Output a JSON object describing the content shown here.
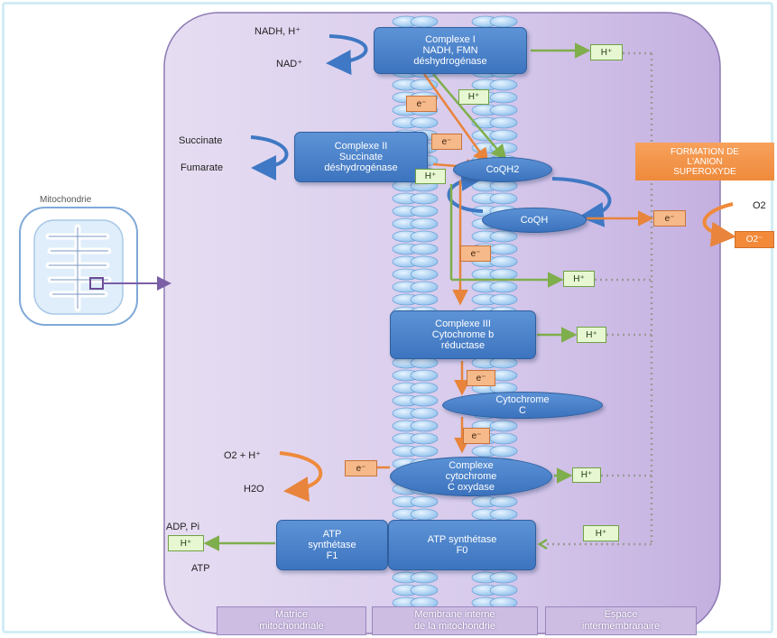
{
  "complexes": {
    "c1": [
      "Complexe I",
      "NADH, FMN",
      "déshydrogénase"
    ],
    "c2": [
      "Complexe II",
      "Succinate",
      "déshydrogénase"
    ],
    "c3": [
      "Complexe III",
      "Cytochrome b",
      "réductase"
    ],
    "cytc": [
      "Cytochrome",
      "C"
    ],
    "c4": [
      "Complexe",
      "cytochrome",
      "C oxydase"
    ],
    "atp_f1": [
      "ATP",
      "synthétase",
      "F1"
    ],
    "atp_f0": [
      "ATP synthétase",
      "F0"
    ]
  },
  "carriers": {
    "coqh2": "CoQH2",
    "coqh": "CoQH"
  },
  "substrates": {
    "nadh": "NADH, H⁺",
    "nad": "NAD⁺",
    "succinate": "Succinate",
    "fumarate": "Fumarate",
    "o2_h": "O2 + H⁺",
    "h2o": "H2O",
    "adp": "ADP, Pi",
    "atp": "ATP",
    "o2": "O2",
    "o2_radical": "O2⁻"
  },
  "tags": {
    "h_plus": "H⁺",
    "e_minus": "e⁻"
  },
  "superoxide": [
    "FORMATION DE",
    "L'ANION",
    "SUPEROXYDE"
  ],
  "mito_label": "Mitochondrie",
  "regions": [
    [
      "Matrice",
      "mitochondriale"
    ],
    [
      "Membrane interne",
      "de la mitochondrie"
    ],
    [
      "Espace",
      "intermembranaire"
    ]
  ]
}
